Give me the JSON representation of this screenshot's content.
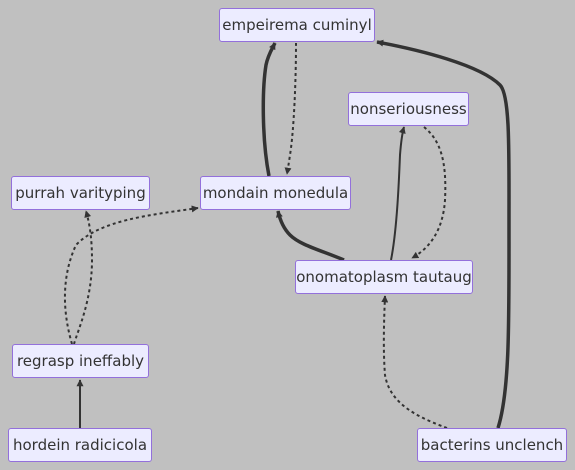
{
  "diagram": {
    "nodes": [
      {
        "id": "empeirema",
        "label": "empeirema cuminyl"
      },
      {
        "id": "nonserious",
        "label": "nonseriousness"
      },
      {
        "id": "purrah",
        "label": "purrah varityping"
      },
      {
        "id": "mondain",
        "label": "mondain monedula"
      },
      {
        "id": "onomato",
        "label": "onomatoplasm tautaug"
      },
      {
        "id": "regrasp",
        "label": "regrasp ineffably"
      },
      {
        "id": "hordein",
        "label": "hordein radicicola"
      },
      {
        "id": "bacterins",
        "label": "bacterins unclench"
      }
    ],
    "edges": [
      {
        "from": "mondain",
        "to": "empeirema",
        "style": "thick"
      },
      {
        "from": "empeirema",
        "to": "mondain",
        "style": "dotted"
      },
      {
        "from": "onomato",
        "to": "mondain",
        "style": "thick"
      },
      {
        "from": "onomato",
        "to": "nonserious",
        "style": "solid"
      },
      {
        "from": "nonserious",
        "to": "onomato",
        "style": "dotted"
      },
      {
        "from": "regrasp",
        "to": "purrah",
        "style": "dotted"
      },
      {
        "from": "regrasp",
        "to": "mondain",
        "style": "dotted"
      },
      {
        "from": "hordein",
        "to": "regrasp",
        "style": "solid"
      },
      {
        "from": "bacterins",
        "to": "onomato",
        "style": "dotted"
      },
      {
        "from": "bacterins",
        "to": "empeirema",
        "style": "thick"
      }
    ]
  }
}
